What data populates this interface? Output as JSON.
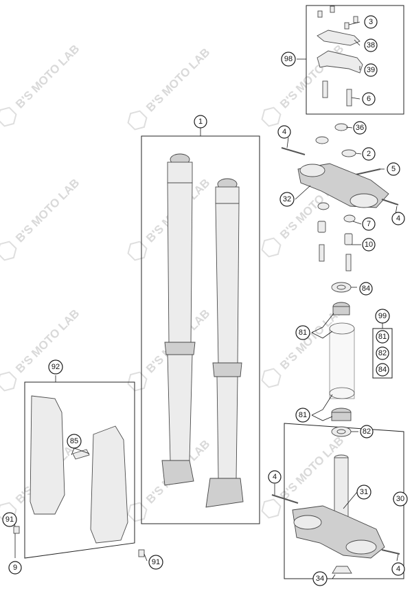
{
  "watermark": {
    "text": "B'S MOTO LAB"
  },
  "callouts": {
    "c1": "1",
    "c2": "2",
    "c3": "3",
    "c4a": "4",
    "c4b": "4",
    "c4c": "4",
    "c4d": "4",
    "c5": "5",
    "c6": "6",
    "c7": "7",
    "c9": "9",
    "c10": "10",
    "c30": "30",
    "c31": "31",
    "c32": "32",
    "c34": "34",
    "c36": "36",
    "c38": "38",
    "c39": "39",
    "c81a": "81",
    "c81b": "81",
    "c82": "82",
    "c84": "84",
    "c85": "85",
    "c91a": "91",
    "c91b": "91",
    "c92": "92",
    "c98": "98",
    "c99": "99"
  },
  "kit99": {
    "items": [
      "81",
      "82",
      "84"
    ]
  }
}
